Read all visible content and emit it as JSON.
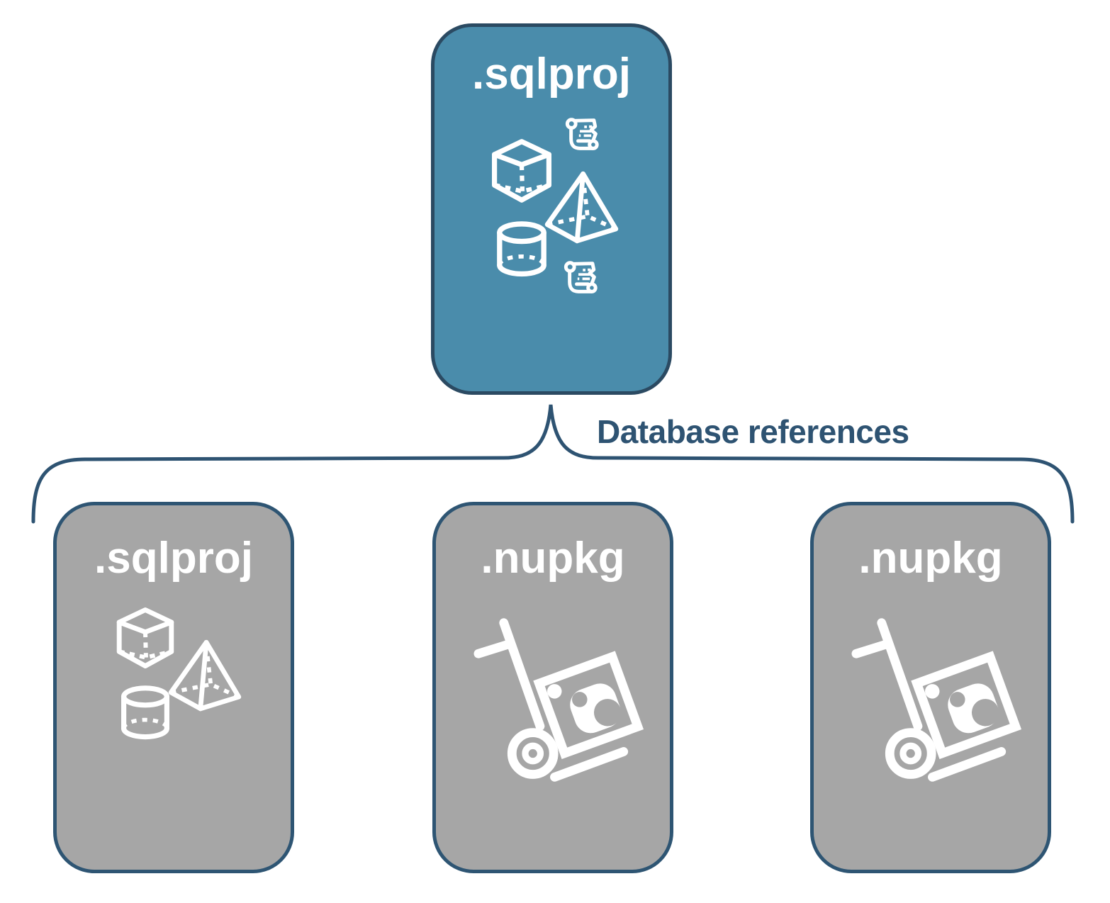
{
  "diagram": {
    "parent": {
      "label": ".sqlproj",
      "description": "sql-project",
      "icons": [
        "scroll-icon",
        "cube-icon",
        "pyramid-icon",
        "cylinder-icon",
        "scroll-icon"
      ]
    },
    "connector_label": "Database references",
    "children": [
      {
        "label": ".sqlproj",
        "description": "sql-project",
        "icons": [
          "cube-icon",
          "pyramid-icon",
          "cylinder-icon"
        ]
      },
      {
        "label": ".nupkg",
        "description": "nuget-package",
        "icons": [
          "nuget-handtruck-icon"
        ]
      },
      {
        "label": ".nupkg",
        "description": "nuget-package",
        "icons": [
          "nuget-handtruck-icon"
        ]
      }
    ],
    "colors": {
      "accent_blue": "#4A8CAB",
      "border_navy": "#2B4A62",
      "child_border": "#2E5573",
      "connector": "#2E5372",
      "box_gray": "#A6A6A6",
      "icon_white": "#FFFFFF"
    }
  }
}
